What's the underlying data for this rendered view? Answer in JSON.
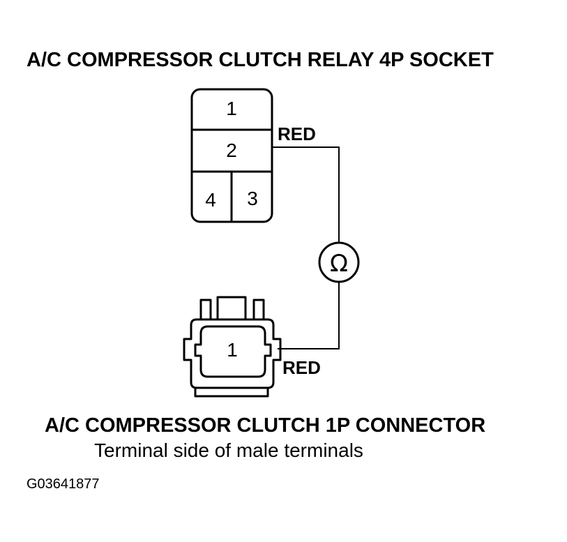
{
  "relay_socket": {
    "title": "A/C COMPRESSOR CLUTCH RELAY 4P SOCKET",
    "pins": [
      "1",
      "2",
      "4",
      "3"
    ],
    "wire_label": "RED"
  },
  "meter": {
    "symbol": "Ω",
    "icon": "ohmmeter-icon"
  },
  "connector": {
    "title": "A/C COMPRESSOR CLUTCH 1P CONNECTOR",
    "subtitle": "Terminal side of male terminals",
    "pin": "1",
    "wire_label": "RED"
  },
  "figure_id": "G03641877"
}
